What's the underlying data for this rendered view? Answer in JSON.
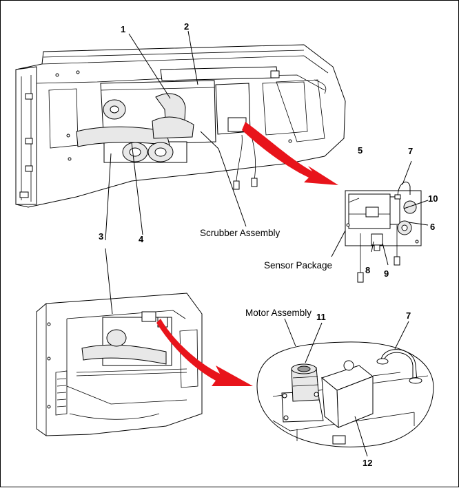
{
  "callouts": {
    "n1": "1",
    "n2": "2",
    "n3": "3",
    "n4": "4",
    "n5": "5",
    "n6": "6",
    "n7a": "7",
    "n7b": "7",
    "n8": "8",
    "n9": "9",
    "n10": "10",
    "n11": "11",
    "n12": "12"
  },
  "labels": {
    "scrubber": "Scrubber Assembly",
    "sensor": "Sensor Package",
    "motor": "Motor Assembly"
  },
  "colors": {
    "arrow": "#e8141b",
    "line": "#000000"
  }
}
